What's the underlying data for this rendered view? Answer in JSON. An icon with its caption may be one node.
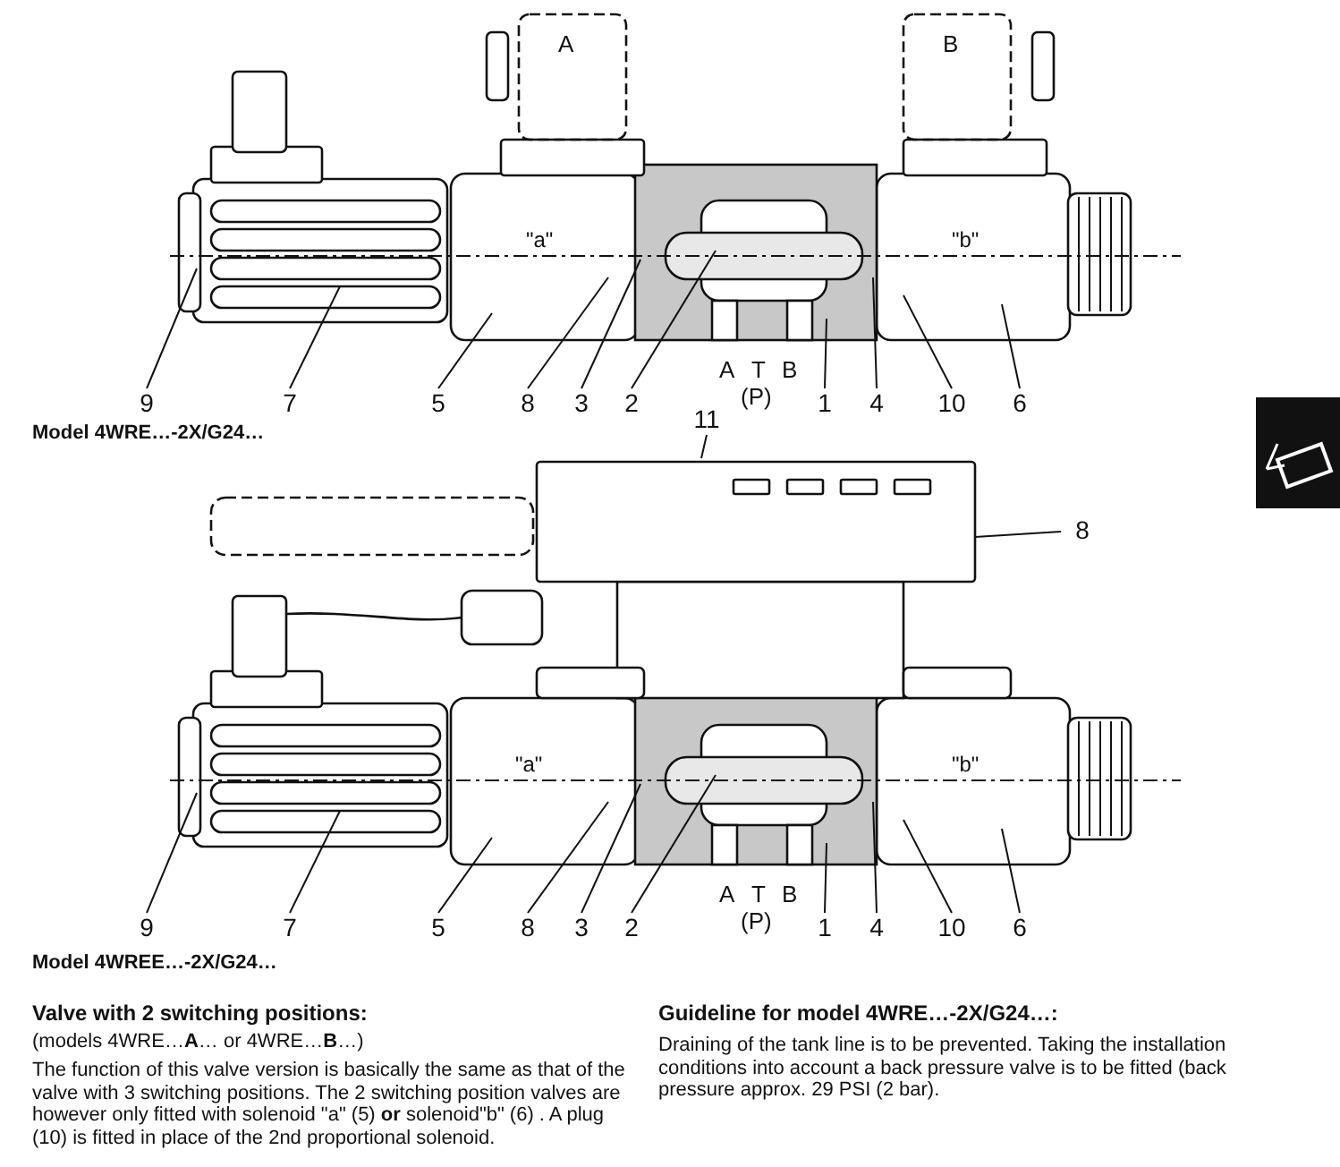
{
  "diagram": {
    "nodes": [
      {
        "text": [
          "9"
        ]
      },
      {
        "text": [
          "7"
        ]
      },
      {
        "text": [
          "5"
        ]
      },
      {
        "text": [
          "8"
        ]
      },
      {
        "text": [
          "3"
        ]
      },
      {
        "text": [
          "2"
        ]
      },
      {
        "text": [
          "1"
        ]
      },
      {
        "text": [
          "4"
        ]
      },
      {
        "text": [
          "10"
        ]
      },
      {
        "text": [
          "6"
        ]
      },
      {
        "text": [
          "11"
        ]
      },
      {
        "text": [
          "8"
        ]
      },
      {
        "text": [
          "9"
        ]
      },
      {
        "text": [
          "7"
        ]
      },
      {
        "text": [
          "5"
        ]
      },
      {
        "text": [
          "8"
        ]
      },
      {
        "text": [
          "3"
        ]
      },
      {
        "text": [
          "2"
        ]
      },
      {
        "text": [
          "1"
        ]
      },
      {
        "text": [
          "4"
        ]
      },
      {
        "text": [
          "10"
        ]
      },
      {
        "text": [
          "6"
        ]
      }
    ],
    "edges": [
      {
        "from": 0,
        "to": null,
        "arrow": "none"
      },
      {
        "from": 1,
        "to": null,
        "arrow": "none"
      },
      {
        "from": 2,
        "to": null,
        "arrow": "none"
      },
      {
        "from": 3,
        "to": null,
        "arrow": "none"
      },
      {
        "from": 4,
        "to": null,
        "arrow": "none"
      },
      {
        "from": 5,
        "to": null,
        "arrow": "none"
      },
      {
        "from": 6,
        "to": null,
        "arrow": "none"
      },
      {
        "from": 7,
        "to": null,
        "arrow": "none"
      },
      {
        "from": 8,
        "to": null,
        "arrow": "none"
      },
      {
        "from": 9,
        "to": null,
        "arrow": "none"
      },
      {
        "from": 10,
        "to": null,
        "arrow": "none"
      },
      {
        "from": 11,
        "to": null,
        "arrow": "none"
      },
      {
        "from": 12,
        "to": null,
        "arrow": "none"
      },
      {
        "from": 13,
        "to": null,
        "arrow": "none"
      },
      {
        "from": 14,
        "to": null,
        "arrow": "none"
      },
      {
        "from": 15,
        "to": null,
        "arrow": "none"
      },
      {
        "from": 16,
        "to": null,
        "arrow": "none"
      },
      {
        "from": 17,
        "to": null,
        "arrow": "none"
      },
      {
        "from": 18,
        "to": null,
        "arrow": "none"
      },
      {
        "from": 19,
        "to": null,
        "arrow": "none"
      },
      {
        "from": 20,
        "to": null,
        "arrow": "none"
      },
      {
        "from": 21,
        "to": null,
        "arrow": "none"
      }
    ],
    "labels": [
      "A",
      "B",
      "\"a\"",
      "\"b\"",
      "A",
      "T",
      "B",
      "(P)",
      "Model 4WRE…-2X/G24…",
      "\"a\"",
      "\"b\"",
      "A",
      "T",
      "B",
      "(P)",
      "Model 4WREE…-2X/G24…",
      "Valve with 2 switching positions:",
      "(models 4WRE…**A**… or 4WRE…**B**…)",
      "The function of this valve version is basically the same as that of the valve with 3 switching positions. The 2 switching position valves are however only fitted with solenoid \"a\" (5) **or** solenoid\"b\" (6) . A plug (10) is fitted in place of the 2nd proportional solenoid.",
      "Guideline for model 4WRE…-2X/G24…:",
      "Draining of the tank line is to be prevented. Taking the installation conditions into account a back pressure valve is to be fitted (back pressure approx. 29 PSI (2 bar)."
    ]
  }
}
